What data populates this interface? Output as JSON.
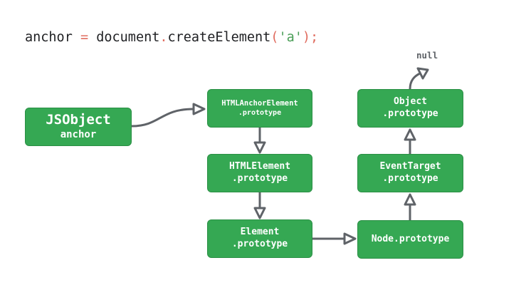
{
  "code": {
    "var_name": "anchor",
    "assign": "=",
    "object": "document",
    "dot": ".",
    "method": "createElement",
    "open_paren": "(",
    "arg": "'a'",
    "close": ");"
  },
  "nodes": {
    "jsobject": {
      "line1": "JSObject",
      "line2": "anchor"
    },
    "html_anchor_proto": {
      "line1": "HTMLAnchorElement",
      "line2": ".prototype"
    },
    "html_element_proto": {
      "line1": "HTMLElement",
      "line2": ".prototype"
    },
    "element_proto": {
      "line1": "Element",
      "line2": ".prototype"
    },
    "node_proto": {
      "line1": "Node.prototype"
    },
    "event_target_proto": {
      "line1": "EventTarget",
      "line2": ".prototype"
    },
    "object_proto": {
      "line1": "Object",
      "line2": ".prototype"
    },
    "null_label": "null"
  },
  "colors": {
    "node_fill": "#35a853",
    "edge": "#5f6368",
    "operator": "#e06c5f",
    "string": "#4a9e57"
  }
}
